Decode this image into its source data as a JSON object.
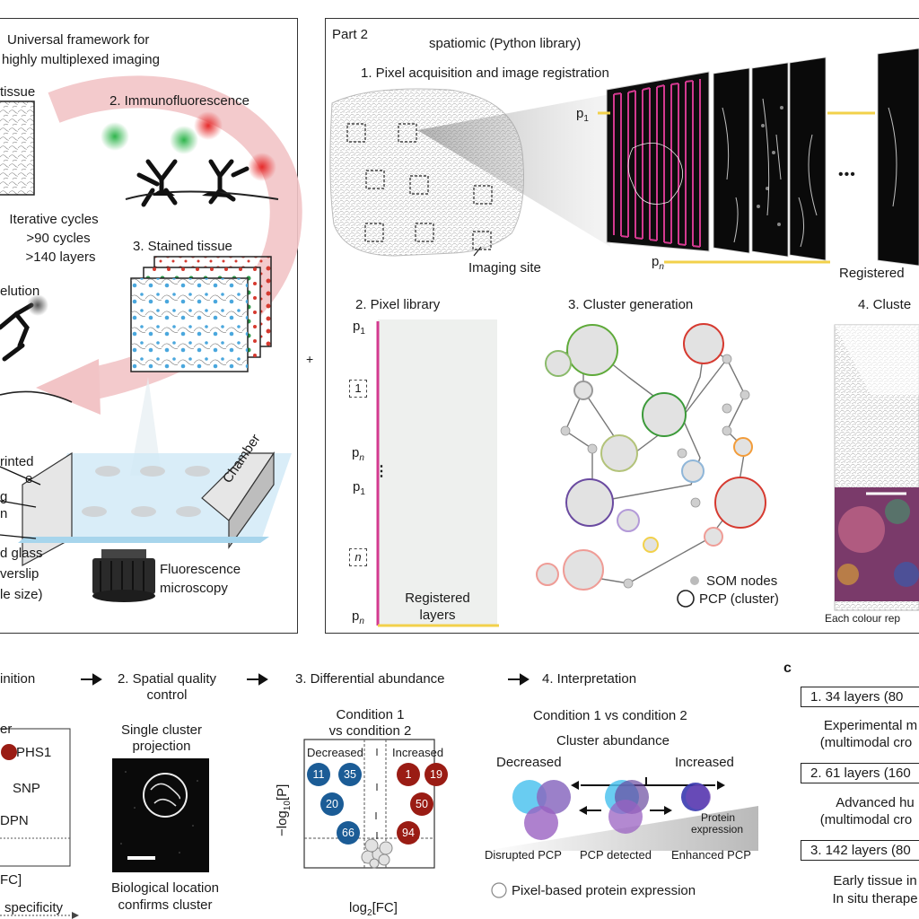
{
  "part1": {
    "title_line1": "Universal framework for",
    "title_line2": "highly multiplexed imaging",
    "tissue_label": "tissue",
    "immunofluorescence": "2. Immunofluorescence",
    "iterative_line1": "Iterative cycles",
    "iterative_line2": ">90 cycles",
    "iterative_line3": ">140 layers",
    "stained_tissue": "3. Stained tissue",
    "elution": "elution",
    "printed_line1": "rinted",
    "printed_line2": "e",
    "g_line1": "g",
    "g_line2": "n",
    "chamber": "Chamber",
    "glass_line1": "d glass",
    "glass_line2": "verslip",
    "glass_line3": "le size)",
    "fluor_line1": "Fluorescence",
    "fluor_line2": "microscopy"
  },
  "plus": "+",
  "part2": {
    "label": "Part 2",
    "library": "spatiomic (Python library)",
    "step1": "1. Pixel acquisition and image registration",
    "p1": "p",
    "p1_sub": "1",
    "pn": "p",
    "pn_sub": "n",
    "imaging_site": "Imaging site",
    "ellipsis": "•••",
    "registered_cut": "Registered",
    "step2": "2. Pixel library",
    "lib_p1": "p",
    "lib_p1_sub": "1",
    "lib_box1": "1",
    "lib_pn": "p",
    "lib_pn_sub": "n",
    "lib_vdots": "⋮",
    "lib_p1b": "p",
    "lib_p1b_sub": "1",
    "lib_boxn": "n",
    "lib_pn2": "p",
    "lib_pn2_sub": "n",
    "registered_line1": "Registered",
    "registered_line2": "layers",
    "step3": "3. Cluster generation",
    "legend_som": "SOM nodes",
    "legend_pcp": "PCP (cluster)",
    "step4_cut": "4. Cluste",
    "each_colour_cut": "Each colour rep"
  },
  "bottom": {
    "definition_cut": "inition",
    "step2_line1": "2. Spatial quality",
    "step2_line2": "control",
    "step3": "3. Differential abundance",
    "step4": "4. Interpretation",
    "er_cut": "er",
    "phs1_cut": "PHS1",
    "snp_cut": "SNP",
    "dpn_cut": "DPN",
    "fc_cut": "FC]",
    "specificity_cut": "specificity",
    "single_cluster_line1": "Single cluster",
    "single_cluster_line2": "projection",
    "bio_line1": "Biological location",
    "bio_line2": "confirms cluster",
    "cond_line1": "Condition 1",
    "cond_line2": "vs condition 2",
    "decreased": "Decreased",
    "increased": "Increased",
    "ylabel": "−log",
    "ylabel_sub": "10",
    "ylabel_end": "[P]",
    "xlabel": "log",
    "xlabel_sub": "2",
    "xlabel_end": "[FC]",
    "dots_blue": [
      "11",
      "35",
      "20",
      "66"
    ],
    "dots_red": [
      "1",
      "19",
      "50",
      "94"
    ],
    "interp_title": "Condition 1 vs condition 2",
    "cluster_abundance": "Cluster abundance",
    "interp_decreased": "Decreased",
    "interp_increased": "Increased",
    "protein_line1": "Protein",
    "protein_line2": "expression",
    "disrupted": "Disrupted PCP",
    "detected": "PCP detected",
    "enhanced": "Enhanced PCP",
    "pixel_based": "Pixel-based protein expression"
  },
  "panel_c": {
    "label": "c",
    "row1_box": "1. 34 layers (80",
    "row1_line1": "Experimental m",
    "row1_line2": "(multimodal cro",
    "row2_box": "2. 61 layers (160",
    "row2_line1": "Advanced hu",
    "row2_line2": "(multimodal cro",
    "row3_box": "3. 142 layers (80",
    "row3_line1": "Early tissue in",
    "row3_line2": "In situ therape"
  },
  "colors": {
    "magenta": "#d3398f",
    "yellow": "#f2d14b",
    "red": "#9a1c14",
    "blue": "#1b5c96",
    "pink_arrow": "#f2c4c6"
  }
}
